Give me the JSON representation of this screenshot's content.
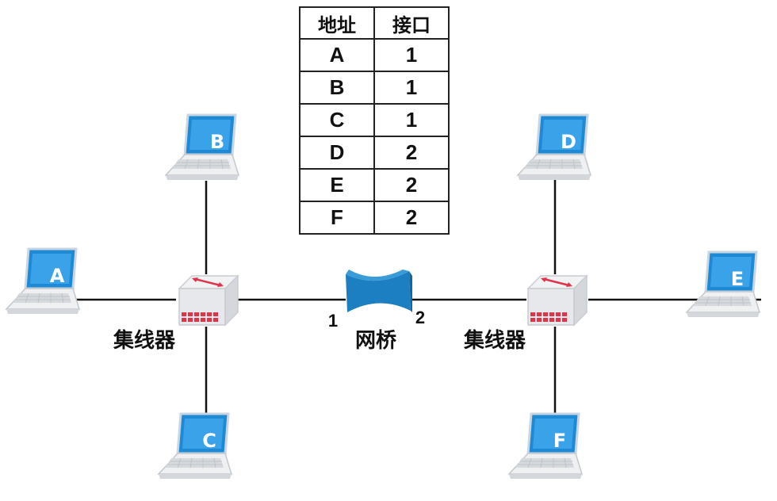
{
  "mac_table": {
    "headers": [
      "地址",
      "接口"
    ],
    "rows": [
      {
        "address": "A",
        "port": "1"
      },
      {
        "address": "B",
        "port": "1"
      },
      {
        "address": "C",
        "port": "1"
      },
      {
        "address": "D",
        "port": "2"
      },
      {
        "address": "E",
        "port": "2"
      },
      {
        "address": "F",
        "port": "2"
      }
    ]
  },
  "hubs": {
    "left_label": "集线器",
    "right_label": "集线器"
  },
  "bridge": {
    "label": "网桥",
    "port_left": "1",
    "port_right": "2"
  },
  "hosts": {
    "A": "A",
    "B": "B",
    "C": "C",
    "D": "D",
    "E": "E",
    "F": "F"
  },
  "colors": {
    "screen_blue": "#1e8ad6",
    "bridge_blue": "#1b7fc2",
    "hub_red": "#e0344a",
    "line": "#111111"
  },
  "icons": {
    "host": "laptop-icon",
    "hub": "hub-icon",
    "bridge": "bridge-icon"
  }
}
